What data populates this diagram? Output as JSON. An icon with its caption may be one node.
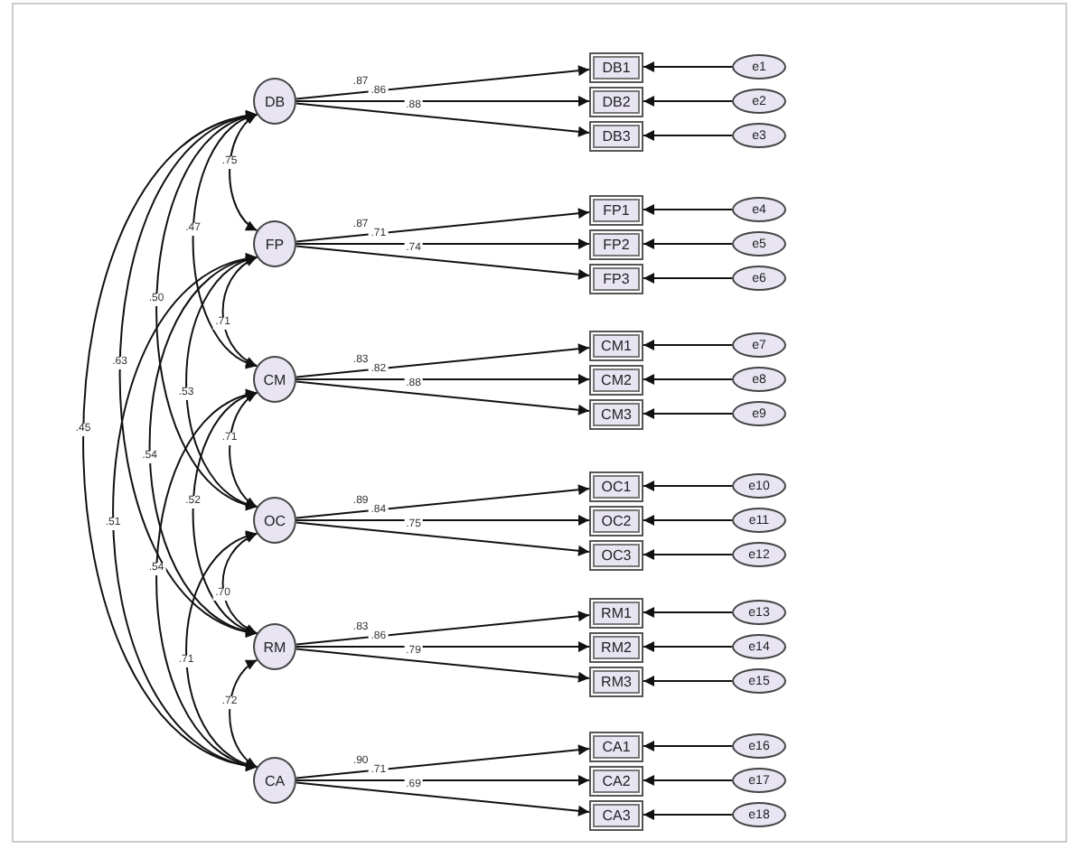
{
  "diagram": {
    "nodes": [
      {
        "text": [
          "DB"
        ]
      },
      {
        "text": [
          "FP"
        ]
      },
      {
        "text": [
          "CM"
        ]
      },
      {
        "text": [
          "OC"
        ]
      },
      {
        "text": [
          "RM"
        ]
      },
      {
        "text": [
          "CA"
        ]
      },
      {
        "text": [
          "DB1"
        ]
      },
      {
        "text": [
          "DB2"
        ]
      },
      {
        "text": [
          "DB3"
        ]
      },
      {
        "text": [
          "FP1"
        ]
      },
      {
        "text": [
          "FP2"
        ]
      },
      {
        "text": [
          "FP3"
        ]
      },
      {
        "text": [
          "CM1"
        ]
      },
      {
        "text": [
          "CM2"
        ]
      },
      {
        "text": [
          "CM3"
        ]
      },
      {
        "text": [
          "OC1"
        ]
      },
      {
        "text": [
          "OC2"
        ]
      },
      {
        "text": [
          "OC3"
        ]
      },
      {
        "text": [
          "RM1"
        ]
      },
      {
        "text": [
          "RM2"
        ]
      },
      {
        "text": [
          "RM3"
        ]
      },
      {
        "text": [
          "CA1"
        ]
      },
      {
        "text": [
          "CA2"
        ]
      },
      {
        "text": [
          "CA3"
        ]
      },
      {
        "text": [
          "e1"
        ]
      },
      {
        "text": [
          "e2"
        ]
      },
      {
        "text": [
          "e3"
        ]
      },
      {
        "text": [
          "e4"
        ]
      },
      {
        "text": [
          "e5"
        ]
      },
      {
        "text": [
          "e6"
        ]
      },
      {
        "text": [
          "e7"
        ]
      },
      {
        "text": [
          "e8"
        ]
      },
      {
        "text": [
          "e9"
        ]
      },
      {
        "text": [
          "e10"
        ]
      },
      {
        "text": [
          "e11"
        ]
      },
      {
        "text": [
          "e12"
        ]
      },
      {
        "text": [
          "e13"
        ]
      },
      {
        "text": [
          "e14"
        ]
      },
      {
        "text": [
          "e15"
        ]
      },
      {
        "text": [
          "e16"
        ]
      },
      {
        "text": [
          "e17"
        ]
      },
      {
        "text": [
          "e18"
        ]
      }
    ],
    "edges": [
      {
        "from": 0,
        "to": 1,
        "arrow": "both",
        "label": ".75"
      },
      {
        "from": 0,
        "to": 2,
        "arrow": "both",
        "label": ".47"
      },
      {
        "from": 0,
        "to": 3,
        "arrow": "both",
        "label": ".50"
      },
      {
        "from": 0,
        "to": 4,
        "arrow": "both",
        "label": ".63"
      },
      {
        "from": 0,
        "to": 5,
        "arrow": "both",
        "label": ".45"
      },
      {
        "from": 1,
        "to": 2,
        "arrow": "both",
        "label": ".71"
      },
      {
        "from": 1,
        "to": 3,
        "arrow": "both",
        "label": ".53"
      },
      {
        "from": 1,
        "to": 4,
        "arrow": "both",
        "label": ".54"
      },
      {
        "from": 1,
        "to": 5,
        "arrow": "both",
        "label": ".51"
      },
      {
        "from": 2,
        "to": 3,
        "arrow": "both",
        "label": ".71"
      },
      {
        "from": 2,
        "to": 4,
        "arrow": "both",
        "label": ".52"
      },
      {
        "from": 2,
        "to": 5,
        "arrow": "both",
        "label": ".54"
      },
      {
        "from": 3,
        "to": 4,
        "arrow": "both",
        "label": ".70"
      },
      {
        "from": 3,
        "to": 5,
        "arrow": "both",
        "label": ".71"
      },
      {
        "from": 4,
        "to": 5,
        "arrow": "both",
        "label": ".72"
      },
      {
        "from": 0,
        "to": 6,
        "arrow": "to",
        "label": ".87"
      },
      {
        "from": 0,
        "to": 7,
        "arrow": "to",
        "label": ".86"
      },
      {
        "from": 0,
        "to": 8,
        "arrow": "to",
        "label": ".88"
      },
      {
        "from": 1,
        "to": 9,
        "arrow": "to",
        "label": ".87"
      },
      {
        "from": 1,
        "to": 10,
        "arrow": "to",
        "label": ".71"
      },
      {
        "from": 1,
        "to": 11,
        "arrow": "to",
        "label": ".74"
      },
      {
        "from": 2,
        "to": 12,
        "arrow": "to",
        "label": ".83"
      },
      {
        "from": 2,
        "to": 13,
        "arrow": "to",
        "label": ".82"
      },
      {
        "from": 2,
        "to": 14,
        "arrow": "to",
        "label": ".88"
      },
      {
        "from": 3,
        "to": 15,
        "arrow": "to",
        "label": ".89"
      },
      {
        "from": 3,
        "to": 16,
        "arrow": "to",
        "label": ".84"
      },
      {
        "from": 3,
        "to": 17,
        "arrow": "to",
        "label": ".75"
      },
      {
        "from": 4,
        "to": 18,
        "arrow": "to",
        "label": ".83"
      },
      {
        "from": 4,
        "to": 19,
        "arrow": "to",
        "label": ".86"
      },
      {
        "from": 4,
        "to": 20,
        "arrow": "to",
        "label": ".79"
      },
      {
        "from": 5,
        "to": 21,
        "arrow": "to",
        "label": ".90"
      },
      {
        "from": 5,
        "to": 22,
        "arrow": "to",
        "label": ".71"
      },
      {
        "from": 5,
        "to": 23,
        "arrow": "to",
        "label": ".69"
      },
      {
        "from": 24,
        "to": 6,
        "arrow": "to"
      },
      {
        "from": 25,
        "to": 7,
        "arrow": "to"
      },
      {
        "from": 26,
        "to": 8,
        "arrow": "to"
      },
      {
        "from": 27,
        "to": 9,
        "arrow": "to"
      },
      {
        "from": 28,
        "to": 10,
        "arrow": "to"
      },
      {
        "from": 29,
        "to": 11,
        "arrow": "to"
      },
      {
        "from": 30,
        "to": 12,
        "arrow": "to"
      },
      {
        "from": 31,
        "to": 13,
        "arrow": "to"
      },
      {
        "from": 32,
        "to": 14,
        "arrow": "to"
      },
      {
        "from": 33,
        "to": 15,
        "arrow": "to"
      },
      {
        "from": 34,
        "to": 16,
        "arrow": "to"
      },
      {
        "from": 35,
        "to": 17,
        "arrow": "to"
      },
      {
        "from": 36,
        "to": 18,
        "arrow": "to"
      },
      {
        "from": 37,
        "to": 19,
        "arrow": "to"
      },
      {
        "from": 38,
        "to": 20,
        "arrow": "to"
      },
      {
        "from": 39,
        "to": 21,
        "arrow": "to"
      },
      {
        "from": 40,
        "to": 22,
        "arrow": "to"
      },
      {
        "from": 41,
        "to": 23,
        "arrow": "to"
      }
    ]
  }
}
